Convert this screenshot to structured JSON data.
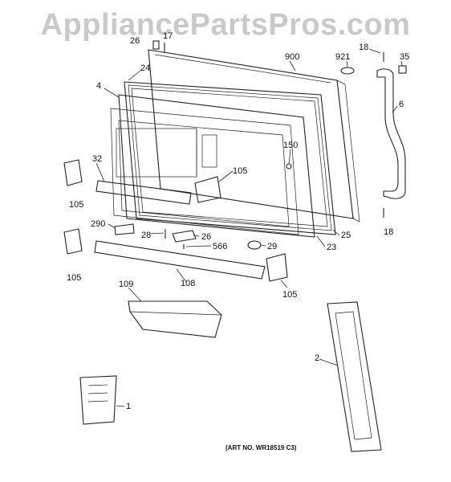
{
  "watermark": "AppliancePartsPros.com",
  "art_no": "(ART NO. WR18519 C3)",
  "callouts": {
    "c26a": "26",
    "c17": "17",
    "c900": "900",
    "c921": "921",
    "c18a": "18",
    "c35": "35",
    "c24": "24",
    "c4": "4",
    "c6": "6",
    "c150": "150",
    "c32": "32",
    "c105a": "105",
    "c105b": "105",
    "c290": "290",
    "c28": "28",
    "c26b": "26",
    "c566": "566",
    "c29": "29",
    "c23": "23",
    "c25": "25",
    "c18b": "18",
    "c105c": "105",
    "c108": "108",
    "c105d": "105",
    "c109": "109",
    "c2": "2",
    "c1": "1"
  }
}
